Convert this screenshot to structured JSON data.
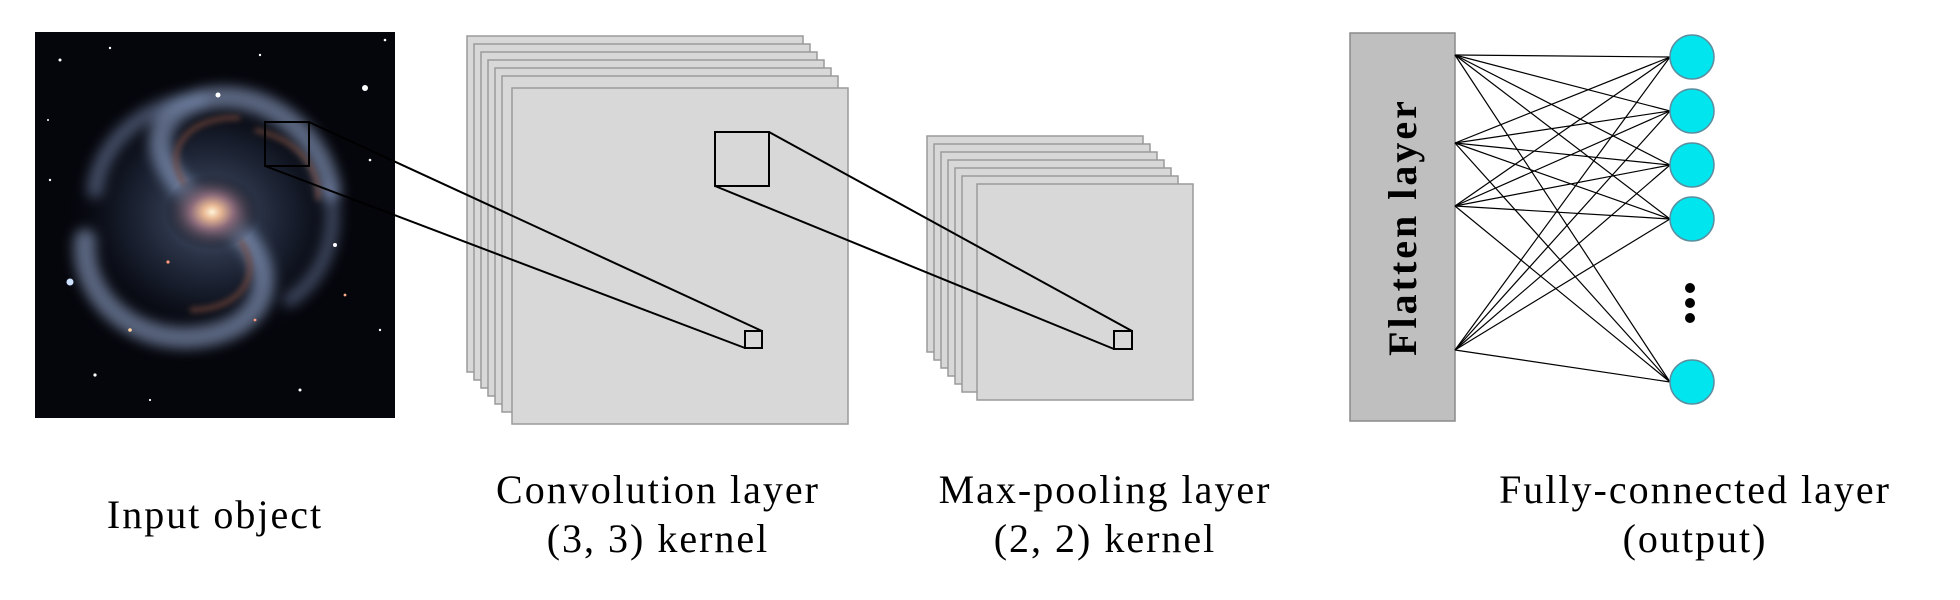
{
  "labels": {
    "input": "Input object",
    "conv_line1": "Convolution layer",
    "conv_line2": "(3, 3) kernel",
    "pool_line1": "Max-pooling layer",
    "pool_line2": "(2, 2) kernel",
    "fc_line1": "Fully-connected layer",
    "fc_line2": "(output)",
    "flatten": "Flatten layer",
    "ellipsis": "⋮"
  },
  "colors": {
    "feature_map_fill": "#d8d8d8",
    "feature_map_stroke": "#9a9a9a",
    "flatten_fill": "#bfbfbf",
    "neuron_fill": "#00e5ee",
    "neuron_stroke": "#5a8fa0",
    "galaxy_background": "#05060c"
  }
}
